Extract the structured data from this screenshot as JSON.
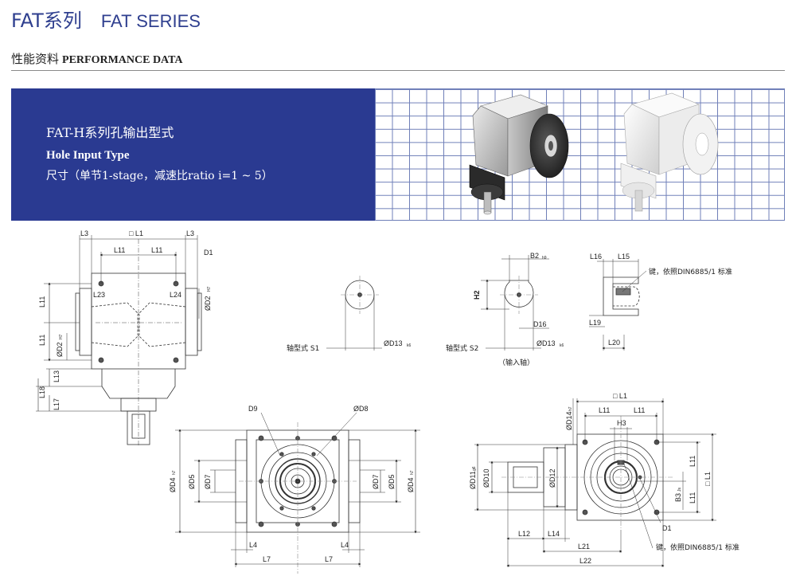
{
  "header": {
    "series_cn": "FAT系列",
    "series_en": "FAT SERIES"
  },
  "section": {
    "title_cn": "性能资料",
    "title_en": "PERFORMANCE DATA"
  },
  "banner": {
    "line1": "FAT-H系列孔输出型式",
    "line2": "Hole Input Type",
    "line3": "尺寸（单节1-stage，减速比ratio i=1 ~ 5）"
  },
  "colors": {
    "brand_blue": "#2a3a91",
    "title_blue": "#2f3f8f",
    "grid_line": "#6f7fb8"
  },
  "drawings": {
    "front": {
      "l3_left": "L3",
      "l1_square": "□ L1",
      "l3_right": "L3",
      "l11_left": "L11",
      "l11_right": "L11",
      "d1": "D1",
      "l23": "L23",
      "l24": "L24",
      "od2": "ØD2",
      "od2_tol": "H7",
      "l11_side_top": "L11",
      "l11_side_bottom": "L11",
      "od2_left": "ØD2",
      "od2_left_tol": "H7",
      "l13": "L13",
      "l18": "L18",
      "l17": "L17"
    },
    "shaft_s1": {
      "type_label": "轴型式 S1",
      "od13": "ØD13",
      "od13_tol": "k6"
    },
    "shaft_s2": {
      "b2": "B2",
      "b2_tol": "h9",
      "h2": "H2",
      "d16": "D16",
      "type_label": "轴型式 S2",
      "od13": "ØD13",
      "od13_tol": "k6",
      "input_note": "（输入轴）"
    },
    "key_detail": {
      "l16": "L16",
      "l15": "L15",
      "note": "键，依照DIN6885/1 标准",
      "l19": "L19",
      "l20": "L20"
    },
    "bottom_left": {
      "d9": "D9",
      "od8": "ØD8",
      "od4_left": "ØD4",
      "od4_left_tol": "h7",
      "od5_left": "ØD5",
      "od7_left": "ØD7",
      "od7_right": "ØD7",
      "od5_right": "ØD5",
      "od4_right": "ØD4",
      "od4_right_tol": "h7",
      "l4_left": "L4",
      "l4_right": "L4",
      "l7_left": "L7",
      "l7_right": "L7"
    },
    "bottom_right": {
      "l1_square": "□ L1",
      "od14": "ØD14",
      "od14_tol": "h7",
      "l11_left": "L11",
      "l11_right": "L11",
      "h3": "H3",
      "od11": "ØD11",
      "od11_tol": "g6",
      "od10": "ØD10",
      "od12": "ØD12",
      "l11_top": "L11",
      "l1_side": "□ L1",
      "b3": "B3",
      "b3_tol": "Js",
      "l11_bottom": "L11",
      "d1": "D1",
      "l12": "L12",
      "l14": "L14",
      "l21": "L21",
      "key_note": "键，依照DIN6885/1 标准",
      "l22": "L22"
    }
  }
}
